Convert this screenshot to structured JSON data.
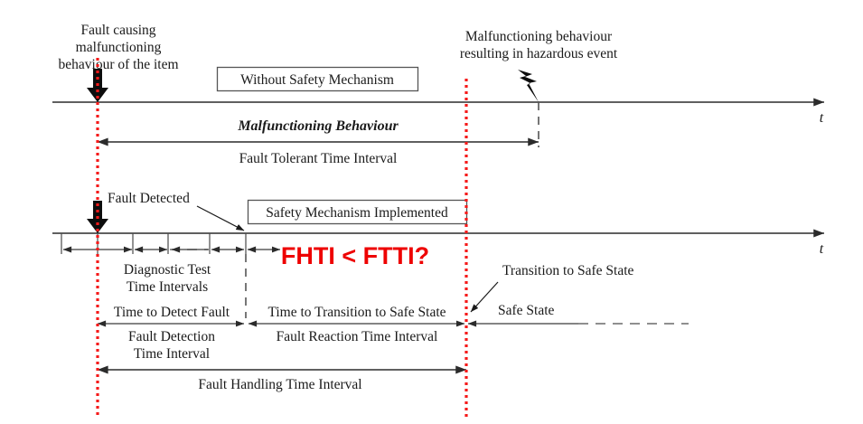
{
  "diagram": {
    "title_context": "ISO 26262 Fault Handling Timing Diagram",
    "axis_label": "t",
    "top": {
      "event_label": "Fault causing\nmalfunctioning\nbehaviour of the item",
      "event_label_line1": "Fault causing",
      "event_label_line2": "malfunctioning",
      "event_label_line3": "behaviour of the item",
      "box_label": "Without Safety Mechanism",
      "hazard_label_line1": "Malfunctioning behaviour",
      "hazard_label_line2": "resulting in hazardous event",
      "interval_title": "Malfunctioning Behaviour",
      "interval_label": "Fault Tolerant Time Interval"
    },
    "bottom": {
      "box_label": "Safety Mechanism Implemented",
      "fault_detected_label": "Fault Detected",
      "diagnostic_label_line1": "Diagnostic Test",
      "diagnostic_label_line2": "Time Intervals",
      "time_to_detect_label": "Time to Detect Fault",
      "time_to_transition_label": "Time to Transition to Safe State",
      "fault_detection_interval_line1": "Fault Detection",
      "fault_detection_interval_line2": "Time Interval",
      "fault_reaction_interval": "Fault Reaction Time Interval",
      "fault_handling_interval": "Fault Handling Time Interval",
      "transition_to_safe_state_label": "Transition to Safe State",
      "safe_state_label": "Safe State",
      "question": "FHTI < FTTI?"
    },
    "colors": {
      "accent_red": "#f51a1a",
      "question_red": "#ee0000",
      "line": "#2b2b2b",
      "box_border": "#555555"
    }
  }
}
